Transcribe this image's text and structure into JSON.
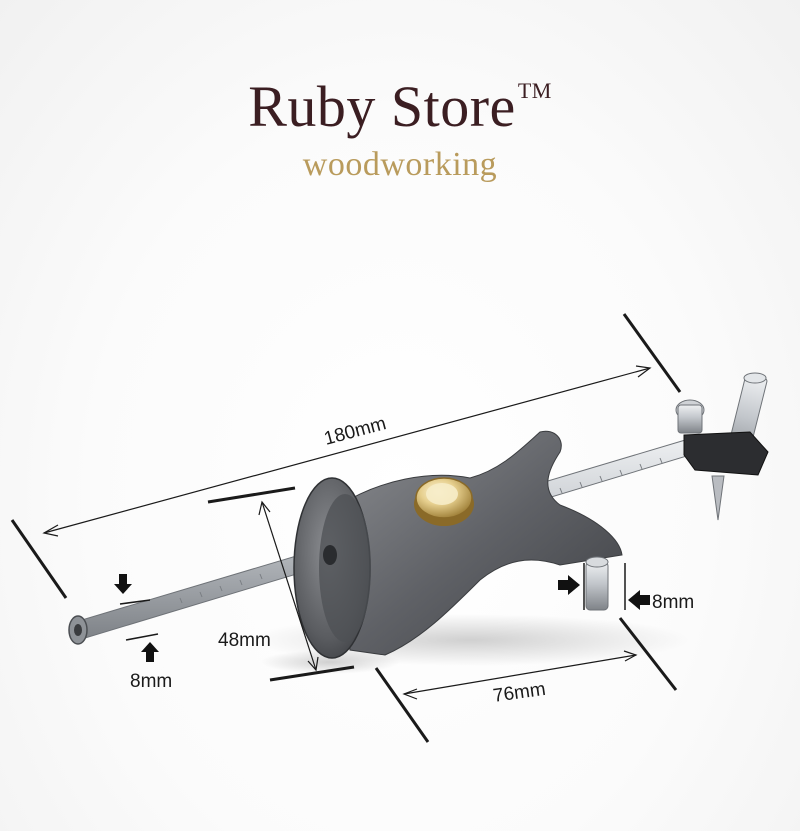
{
  "brand": {
    "name": "Ruby Store",
    "trademark": "TM",
    "tagline": "woodworking"
  },
  "image": {
    "subject-icon": "wheel-marking-gauge",
    "colors": {
      "brand_name": "#3b1e22",
      "tagline": "#b99b5c",
      "body": "#5f6166",
      "steel": "#b9bcc1",
      "brass": "#c9a553"
    }
  },
  "dimensions": {
    "length": "180mm",
    "fence_diameter": "48mm",
    "fence_reach": "76mm",
    "rod_diameter": "8mm",
    "pin_diameter": "8mm"
  }
}
